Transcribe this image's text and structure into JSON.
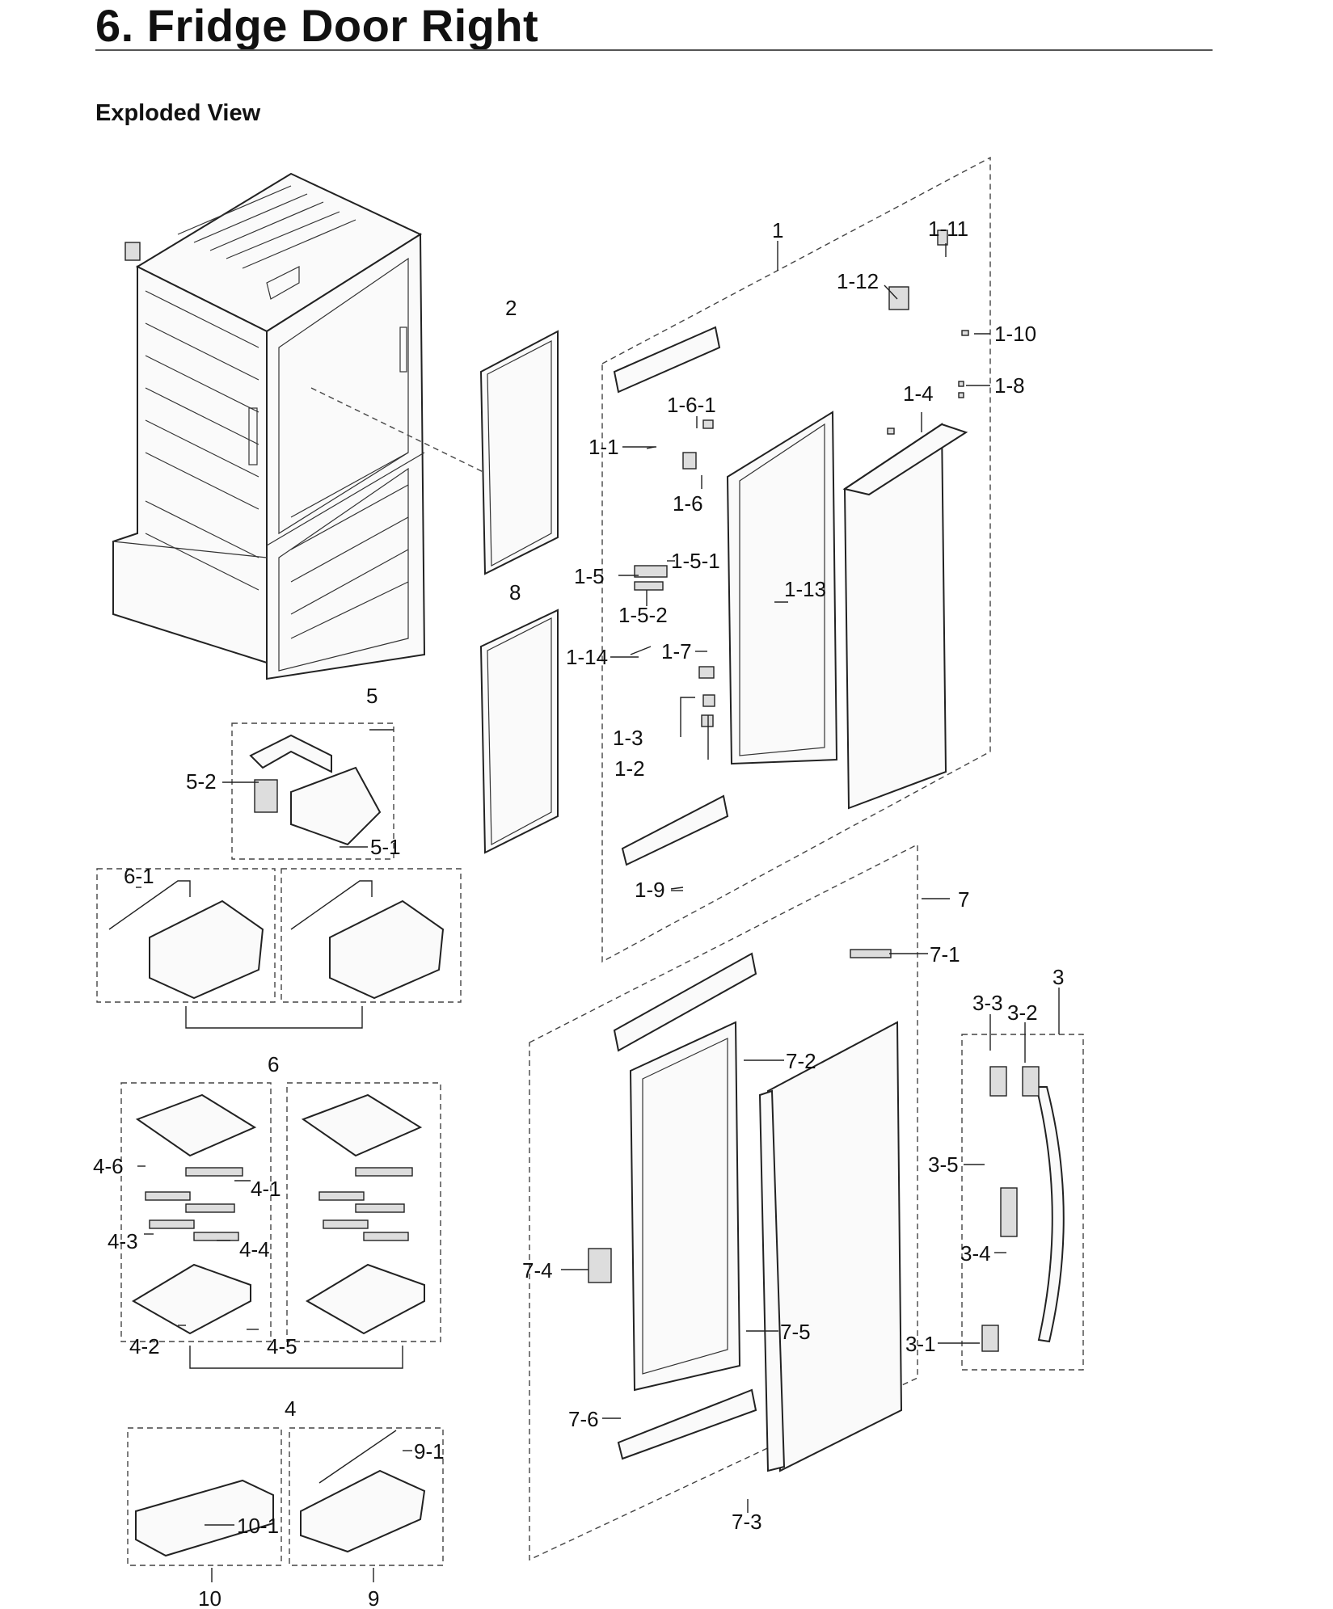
{
  "header": {
    "title": "6.  Fridge Door Right",
    "subtitle": "Exploded View"
  },
  "labels": {
    "p1": "1",
    "p1_11": "1-11",
    "p1_12": "1-12",
    "p1_10": "1-10",
    "p1_8": "1-8",
    "p1_4": "1-4",
    "p1_6_1": "1-6-1",
    "p1_1": "1-1",
    "p1_6": "1-6",
    "p1_5": "1-5",
    "p1_5_1": "1-5-1",
    "p1_5_2": "1-5-2",
    "p1_13": "1-13",
    "p1_14": "1-14",
    "p1_7": "1-7",
    "p1_3": "1-3",
    "p1_2": "1-2",
    "p1_9": "1-9",
    "p2": "2",
    "p8": "8",
    "p5": "5",
    "p5_2": "5-2",
    "p5_1": "5-1",
    "p6_1": "6-1",
    "p6": "6",
    "p4_6": "4-6",
    "p4_1": "4-1",
    "p4_3": "4-3",
    "p4_4": "4-4",
    "p4_2": "4-2",
    "p4_5": "4-5",
    "p4": "4",
    "p10_1": "10-1",
    "p10": "10",
    "p9_1": "9-1",
    "p9": "9",
    "p7": "7",
    "p7_1": "7-1",
    "p7_2": "7-2",
    "p7_4": "7-4",
    "p7_5": "7-5",
    "p7_6": "7-6",
    "p7_3": "7-3",
    "p3": "3",
    "p3_3": "3-3",
    "p3_2": "3-2",
    "p3_5": "3-5",
    "p3_4": "3-4",
    "p3_1": "3-1"
  }
}
